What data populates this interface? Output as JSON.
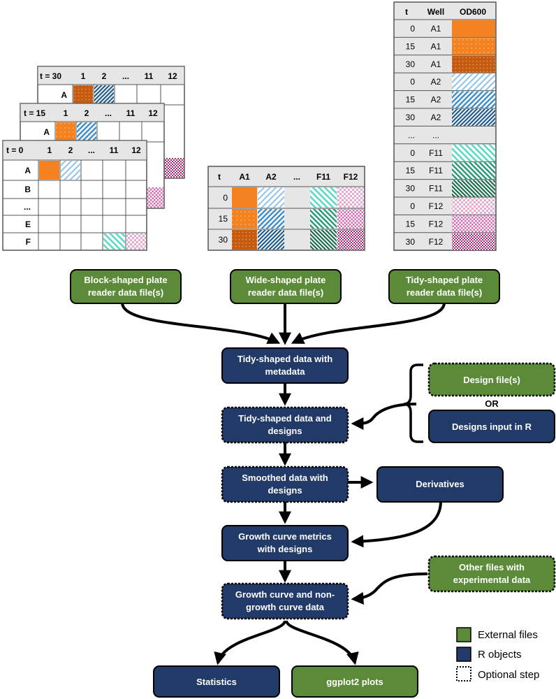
{
  "block_tables": [
    {
      "corner": "t = 30",
      "cols": [
        "1",
        "2",
        "...",
        "11",
        "12"
      ],
      "rows": [
        "A"
      ]
    },
    {
      "corner": "t = 15",
      "cols": [
        "1",
        "2",
        "...",
        "11",
        "12"
      ],
      "rows": [
        "A"
      ]
    },
    {
      "corner": "t = 0",
      "cols": [
        "1",
        "2",
        "...",
        "11",
        "12"
      ],
      "rows": [
        "A",
        "B",
        "...",
        "E",
        "F"
      ]
    }
  ],
  "wide_table": {
    "headers": [
      "t",
      "A1",
      "A2",
      "...",
      "F11",
      "F12"
    ],
    "t_values": [
      "0",
      "15",
      "30"
    ]
  },
  "tidy_table": {
    "headers": [
      "t",
      "Well",
      "OD600"
    ],
    "rows": [
      {
        "t": "0",
        "well": "A1"
      },
      {
        "t": "15",
        "well": "A1"
      },
      {
        "t": "30",
        "well": "A1"
      },
      {
        "t": "0",
        "well": "A2"
      },
      {
        "t": "15",
        "well": "A2"
      },
      {
        "t": "30",
        "well": "A2"
      },
      {
        "t": "...",
        "well": "..."
      },
      {
        "t": "0",
        "well": "F11"
      },
      {
        "t": "15",
        "well": "F11"
      },
      {
        "t": "30",
        "well": "F11"
      },
      {
        "t": "0",
        "well": "F12"
      },
      {
        "t": "15",
        "well": "F12"
      },
      {
        "t": "30",
        "well": "F12"
      }
    ]
  },
  "nodes": {
    "block_file": [
      "Block-shaped plate",
      "reader data file(s)"
    ],
    "wide_file": [
      "Wide-shaped plate",
      "reader data file(s)"
    ],
    "tidy_file": [
      "Tidy-shaped plate",
      "reader data file(s)"
    ],
    "tidy_meta": [
      "Tidy-shaped data with",
      "metadata"
    ],
    "tidy_designs": [
      "Tidy-shaped data and",
      "designs"
    ],
    "design_files": [
      "Design file(s)"
    ],
    "or_label": "OR",
    "designs_in_r": [
      "Designs input in R"
    ],
    "smoothed": [
      "Smoothed data with",
      "designs"
    ],
    "derivatives": [
      "Derivatives"
    ],
    "metrics": [
      "Growth curve metrics",
      "with designs"
    ],
    "other_files": [
      "Other files with",
      "experimental data"
    ],
    "growth_non": [
      "Growth curve and non-",
      "growth curve data"
    ],
    "statistics": [
      "Statistics"
    ],
    "ggplot": [
      "ggplot2 plots"
    ]
  },
  "legend": {
    "external": "External files",
    "robjects": "R objects",
    "optional": "Optional step"
  },
  "colors": {
    "green": "#5b8a38",
    "navy": "#213a67",
    "orange": "#f58220",
    "dark_orange": "#c55a11",
    "blue": "#8dc3e8",
    "teal": "#57d8c6",
    "pink": "#c8469b",
    "header_gray": "#e6e6e6"
  }
}
